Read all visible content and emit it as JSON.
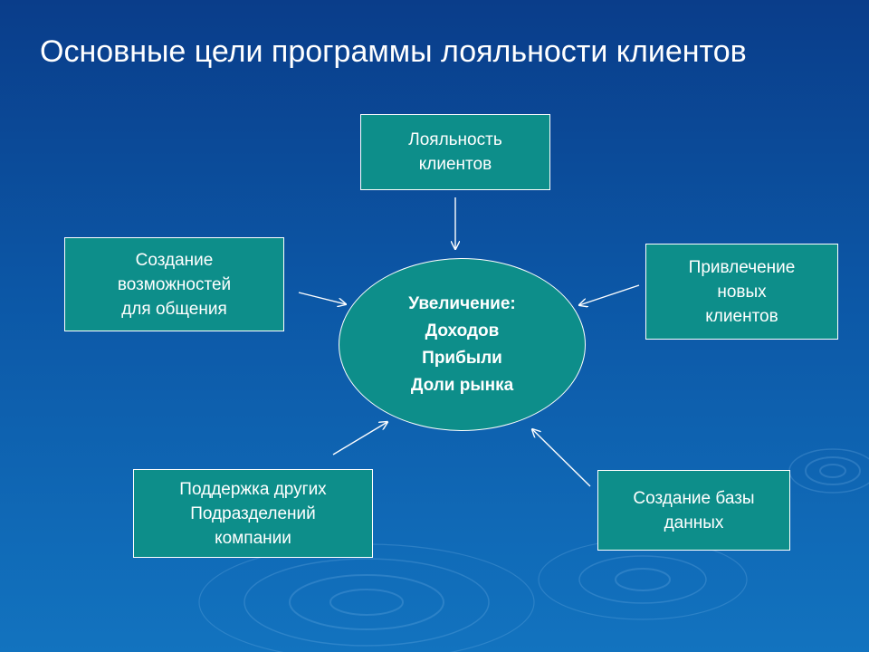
{
  "slide": {
    "title": "Основные цели программы лояльности клиентов"
  },
  "diagram": {
    "center": {
      "text": "Увеличение:\nДоходов\nПрибыли\nДоли рынка"
    },
    "nodes": {
      "loyalty": "Лояльность\nклиентов",
      "communication": "Создание\nвозможностей\nдля общения",
      "new_clients": "Привлечение\nновых\nклиентов",
      "departments": "Поддержка других\nПодразделений\nкомпании",
      "database": "Создание базы\nданных"
    }
  },
  "colors": {
    "background_top": "#0a3d8a",
    "background_bottom": "#1273bf",
    "box_fill": "#0d8e8a",
    "outline": "#ffffff"
  }
}
